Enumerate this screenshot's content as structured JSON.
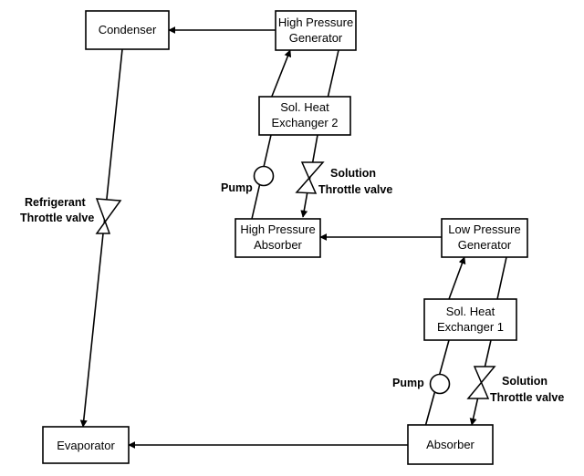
{
  "components": {
    "condenser": "Condenser",
    "hp_generator": [
      "High Pressure",
      "Generator"
    ],
    "shx2": [
      "Sol. Heat",
      "Exchanger 2"
    ],
    "hp_absorber": [
      "High Pressure",
      "Absorber"
    ],
    "lp_generator": [
      "Low Pressure",
      "Generator"
    ],
    "shx1": [
      "Sol. Heat",
      "Exchanger 1"
    ],
    "evaporator": "Evaporator",
    "absorber": "Absorber"
  },
  "labels": {
    "refrigerant_valve": [
      "Refrigerant",
      "Throttle valve"
    ],
    "pump_upper": "Pump",
    "solution_valve_upper": [
      "Solution",
      "Throttle valve"
    ],
    "pump_lower": "Pump",
    "solution_valve_lower": [
      "Solution",
      "Throttle valve"
    ]
  }
}
